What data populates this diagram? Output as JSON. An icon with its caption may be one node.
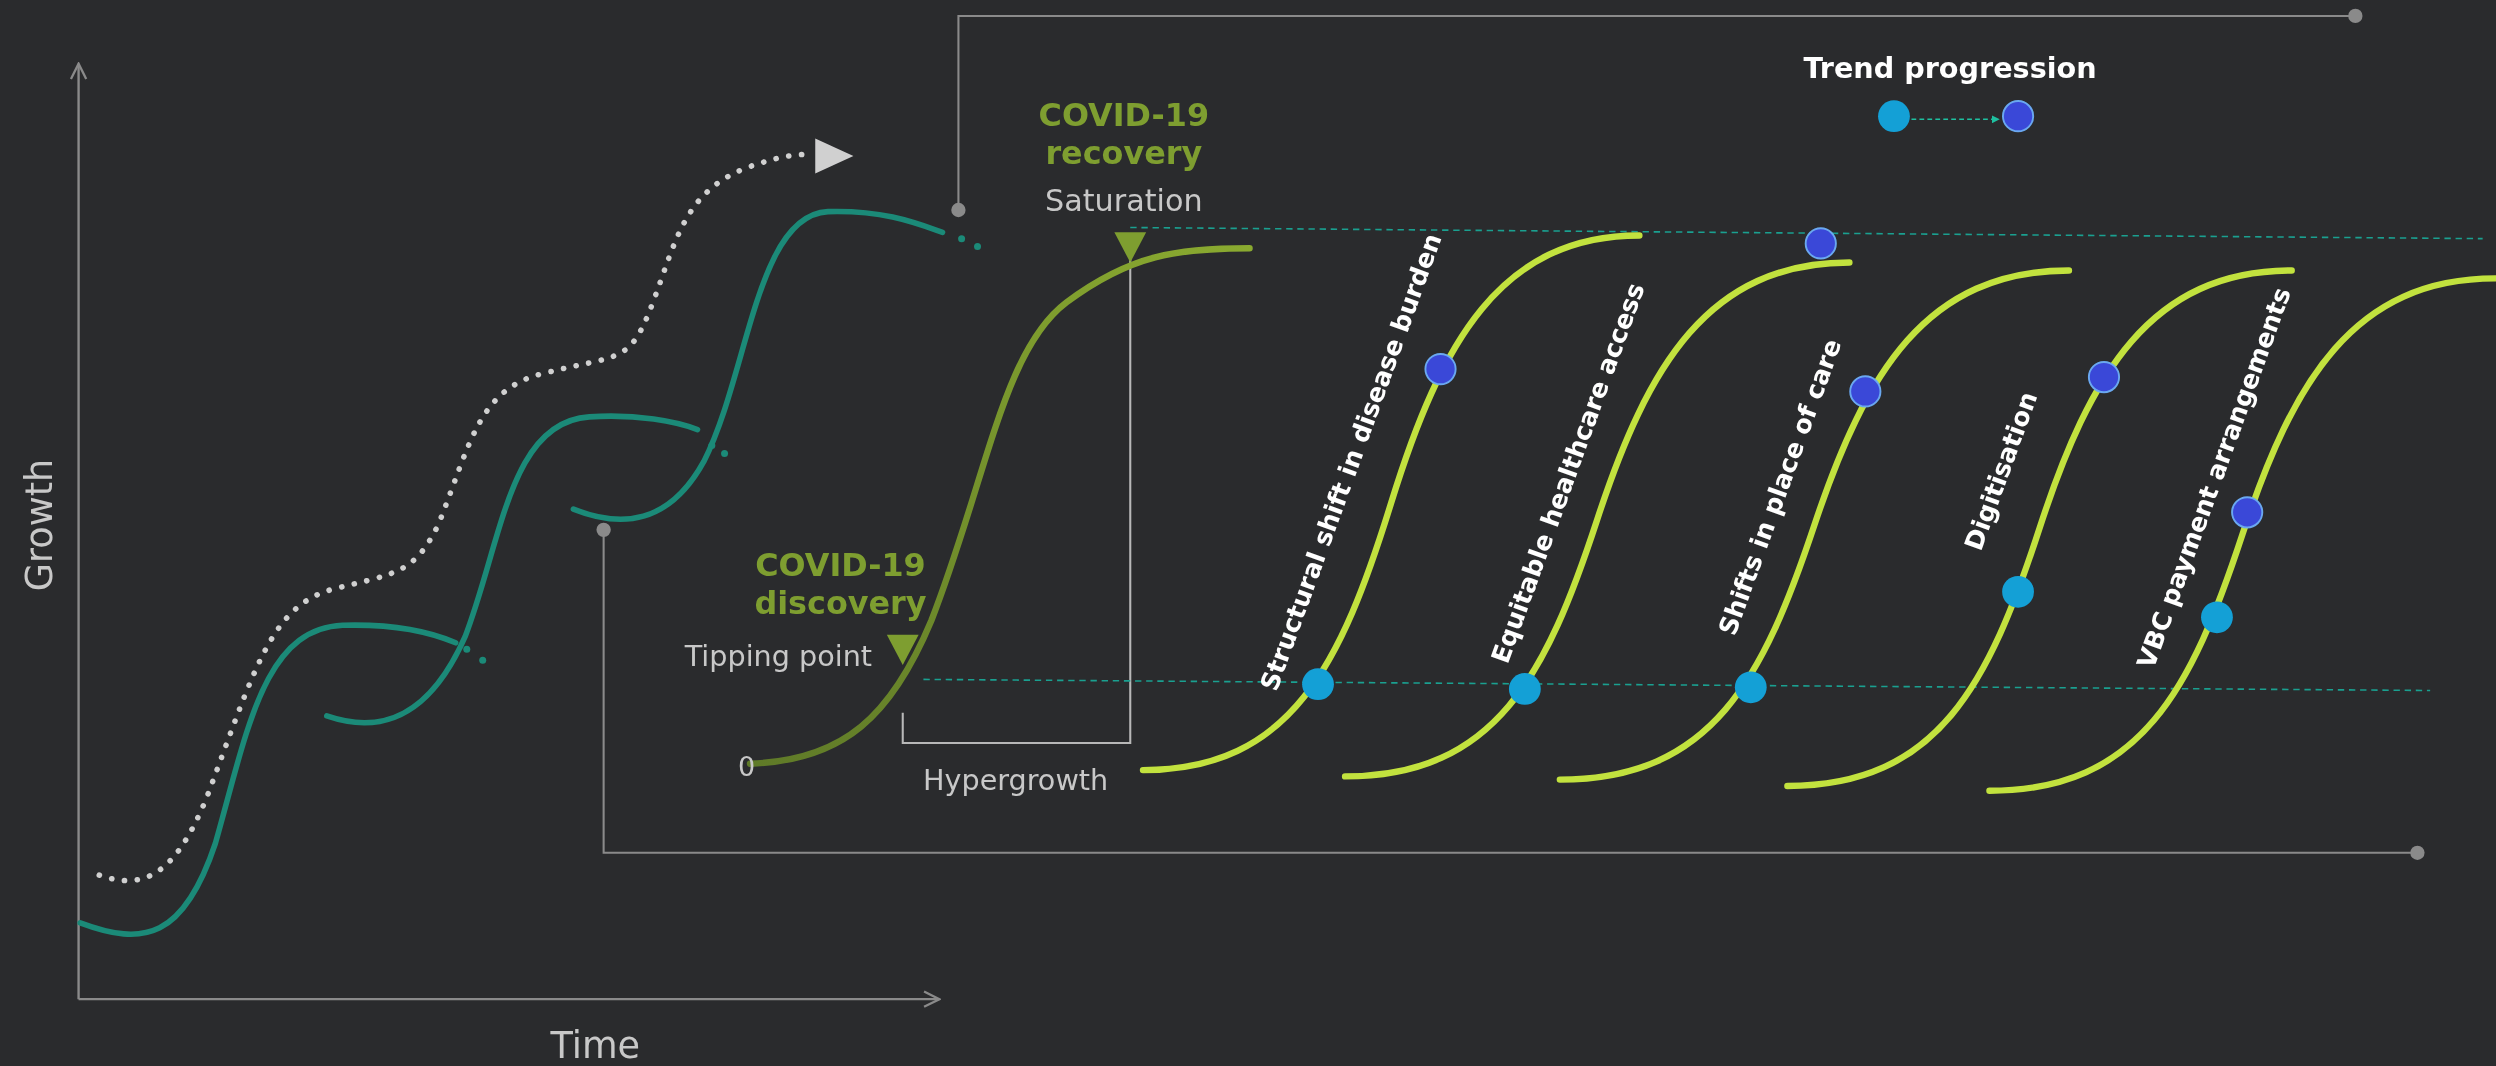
{
  "diagram": {
    "labels": [
      "COVID-19 recovery",
      "Saturation",
      "Structural shift in disease burden",
      "Equitable healthcare access",
      "Shifts in place of care",
      "Digitisation",
      "VBC payment arrangements",
      "Growth",
      "COVID-19 discovery",
      "Tipping point",
      "0",
      "Hypergrowth",
      "Time"
    ],
    "legend": [
      {
        "text": "Trend progression"
      }
    ]
  }
}
